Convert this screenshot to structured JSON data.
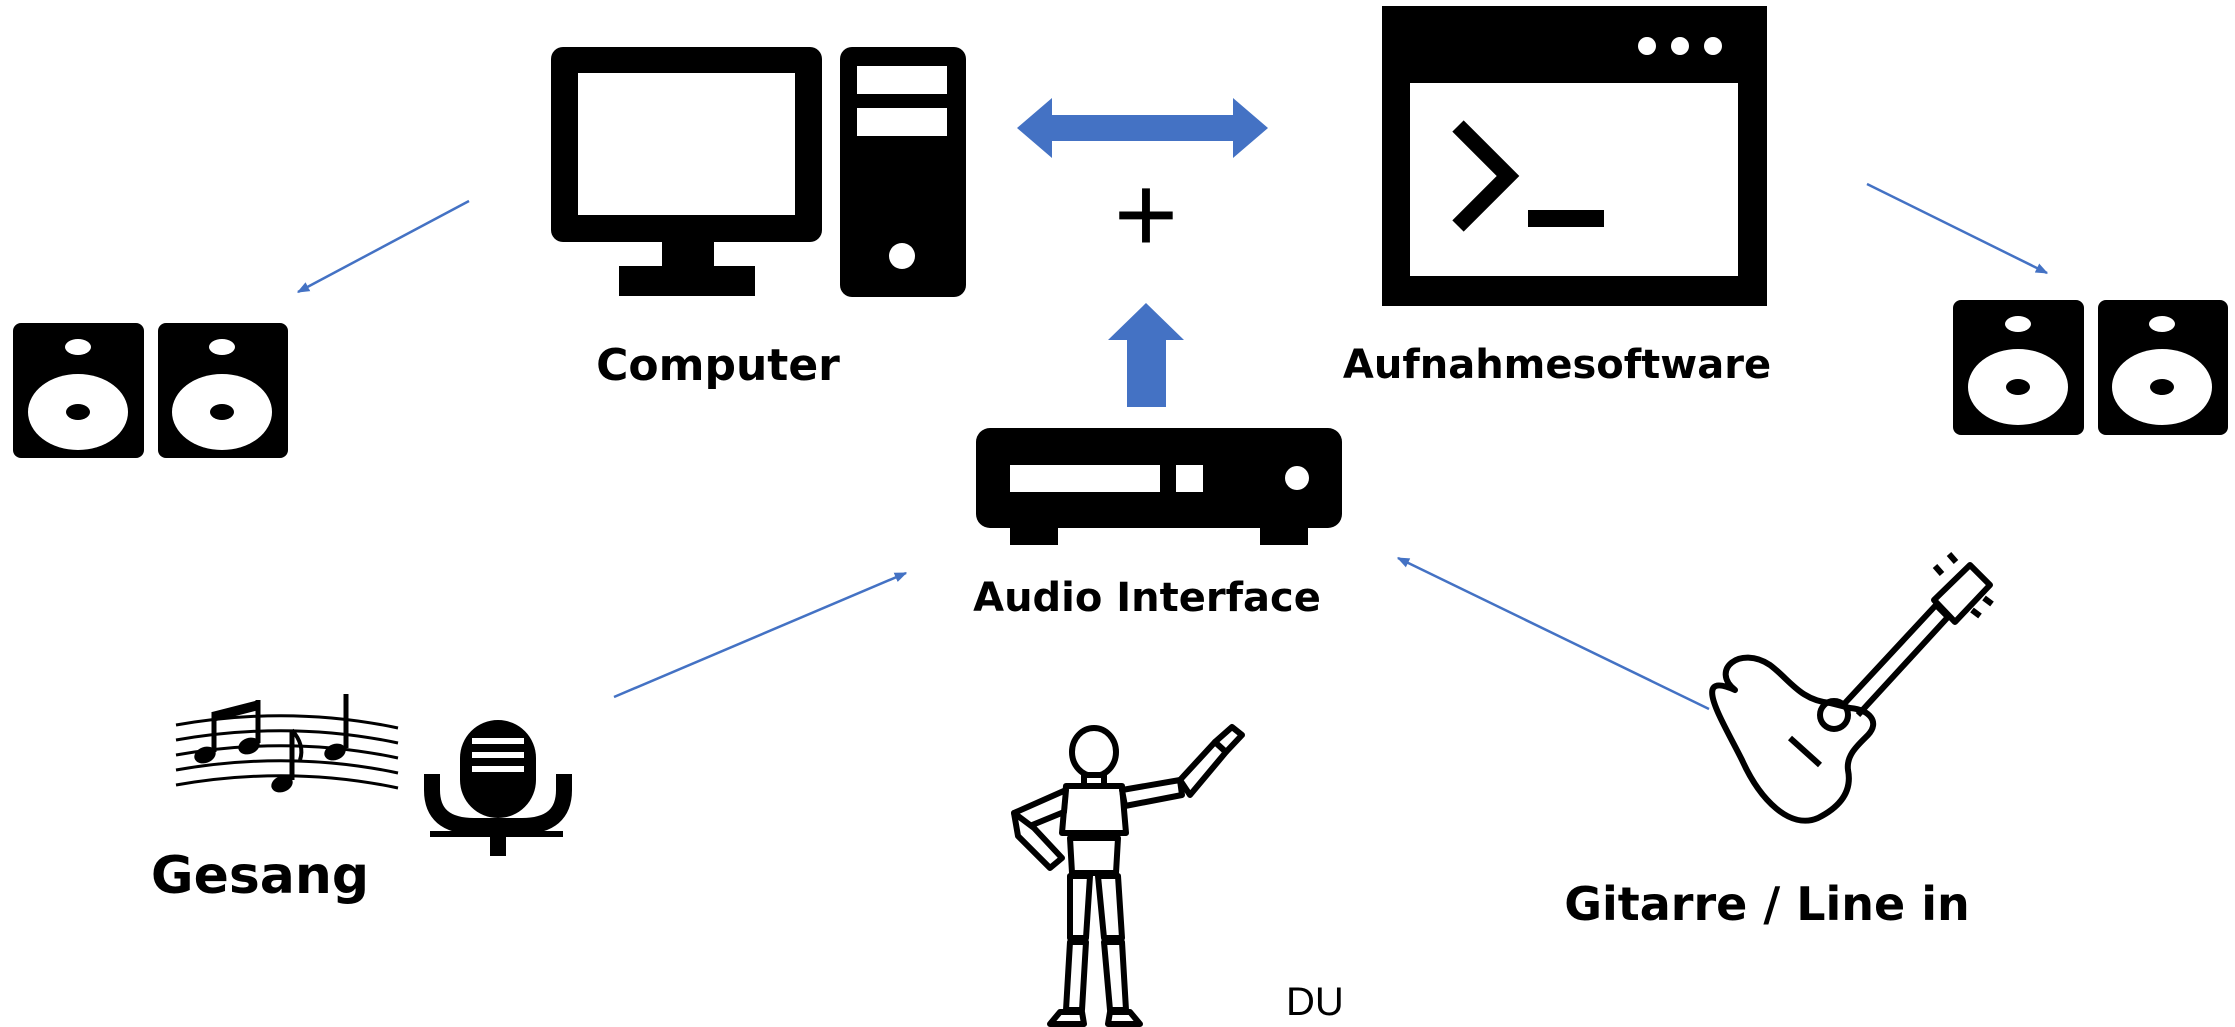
{
  "labels": {
    "computer": "Computer",
    "software": "Aufnahmesoftware",
    "audio_interface": "Audio Interface",
    "gesang": "Gesang",
    "gitarre": "Gitarre / Line in",
    "du": "DU"
  },
  "symbols": {
    "plus": "+"
  },
  "icons": [
    "speakers-icon",
    "computer-monitor-icon",
    "computer-tower-icon",
    "terminal-window-icon",
    "audio-interface-icon",
    "music-notes-icon",
    "microphone-icon",
    "mannequin-icon",
    "guitar-icon"
  ],
  "colors": {
    "arrow": "#4472C4",
    "icon": "#000000",
    "background": "#ffffff"
  }
}
